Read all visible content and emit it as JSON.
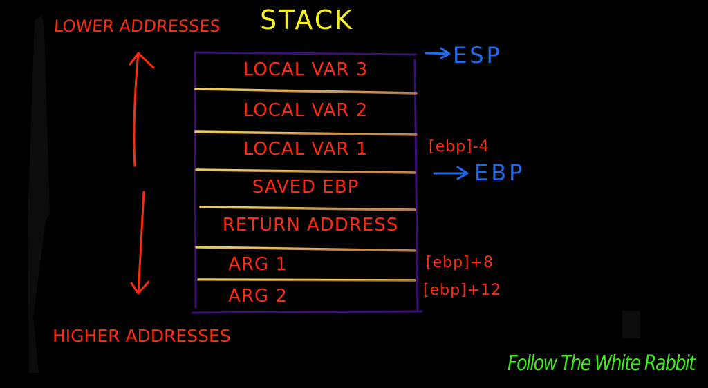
{
  "title": "STACK",
  "direction_labels": {
    "top": "LOWER ADDRESSES",
    "bottom": "HIGHER ADDRESSES"
  },
  "stack_slots": [
    {
      "label": "LOCAL VAR 3"
    },
    {
      "label": "LOCAL VAR 2"
    },
    {
      "label": "LOCAL VAR 1"
    },
    {
      "label": "SAVED EBP"
    },
    {
      "label": "RETURN ADDRESS"
    },
    {
      "label": "ARG 1"
    },
    {
      "label": "ARG 2"
    }
  ],
  "offset_annotations": {
    "local_var_1": "[ebp]-4",
    "arg_1": "[ebp]+8",
    "arg_2": "[ebp]+12"
  },
  "register_pointers": {
    "esp": "ESP",
    "ebp": "EBP"
  },
  "signature": "Follow The White Rabbit",
  "colors": {
    "background": "#000000",
    "text_red": "#ff2a0e",
    "pointer_blue": "#1a6cf0",
    "title_yellow": "#f5f01e",
    "signature_green": "#3fe81c",
    "box_border": "#3c0f78",
    "slot_divider": "#d8a060"
  }
}
